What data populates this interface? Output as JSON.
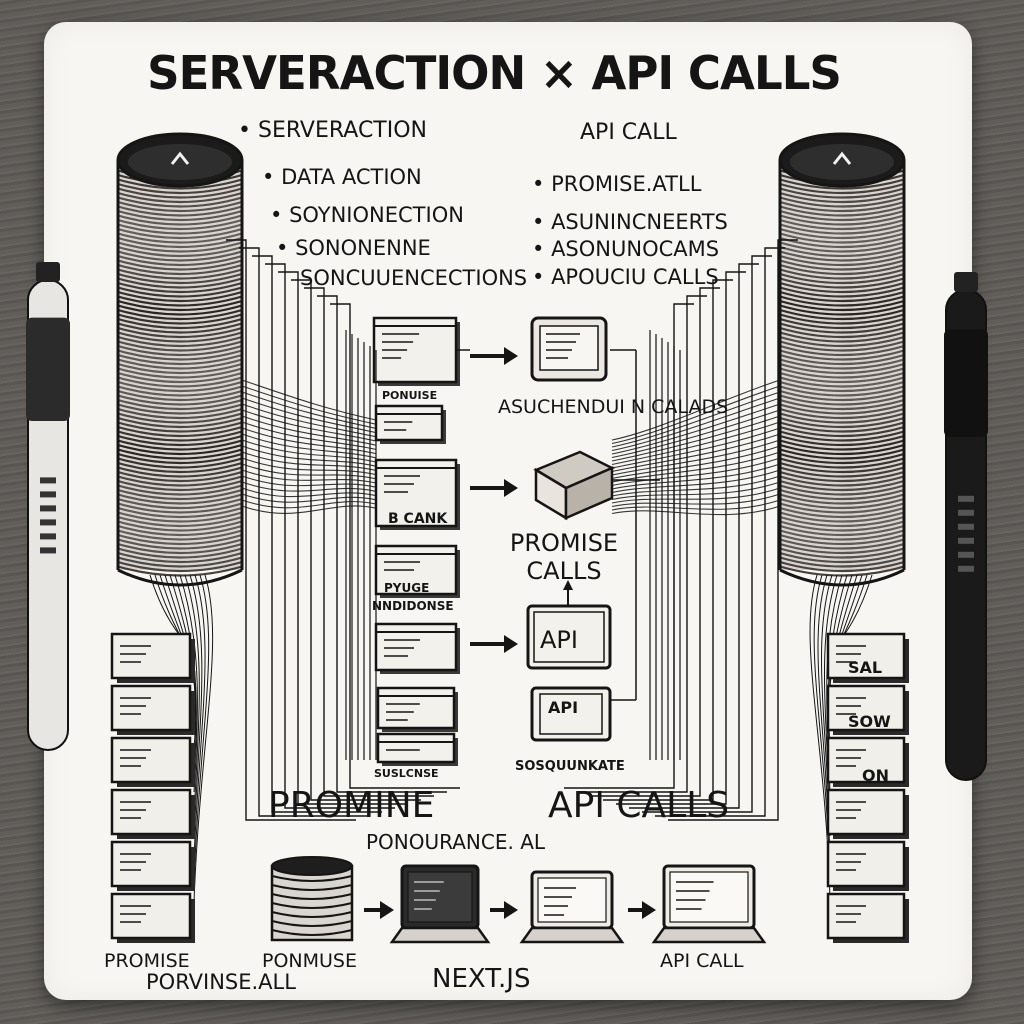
{
  "title": "SERVERACTION × API CALLS",
  "left_column": {
    "heading": "SERVERACTION",
    "items": [
      "DATA ACTION",
      "SOYNIONECTION",
      "SONONENNE",
      "SONCUUENCECTIONS"
    ]
  },
  "right_column": {
    "heading": "API CALL",
    "items": [
      "PROMISE.ATLL",
      "ASUNINCNEERTS",
      "ASONUNOCAMS",
      "APOUCIU CALLS"
    ]
  },
  "center_labels": {
    "asynch_calls": "ASUCHENDUI N CALADS",
    "promise_calls": "PROMISE CALLS",
    "api_box": "API",
    "api_box2": "API",
    "sequential": "SOSQUUNKATE",
    "proc": "PONUISE",
    "box_a": "B CANK",
    "box_b": "PYUGE",
    "box_c": "NNDIDONSE",
    "box_d": "SUSLCNSE"
  },
  "lower_labels": {
    "promine": "PROMINE",
    "api_calls": "API CALLS",
    "concurrence": "PONOURANCE. AL",
    "promise_left": "PROMISE",
    "promise_center": "PONMUSE",
    "promise_all": "PORVINSE.ALL",
    "nextjs": "NEXT.JS",
    "api_call_bottom": "API CALL"
  },
  "stack_labels": {
    "right_1": "SAL",
    "right_2": "SOW",
    "right_3": "ON"
  },
  "colors": {
    "ink": "#151515",
    "paper": "#f7f6f2",
    "desk": "#5e5b57"
  },
  "icons": [
    "server-cylinder-icon",
    "laptop-icon",
    "database-stack-icon",
    "document-box-icon",
    "arrow-right-icon",
    "marker-pen-icon"
  ]
}
